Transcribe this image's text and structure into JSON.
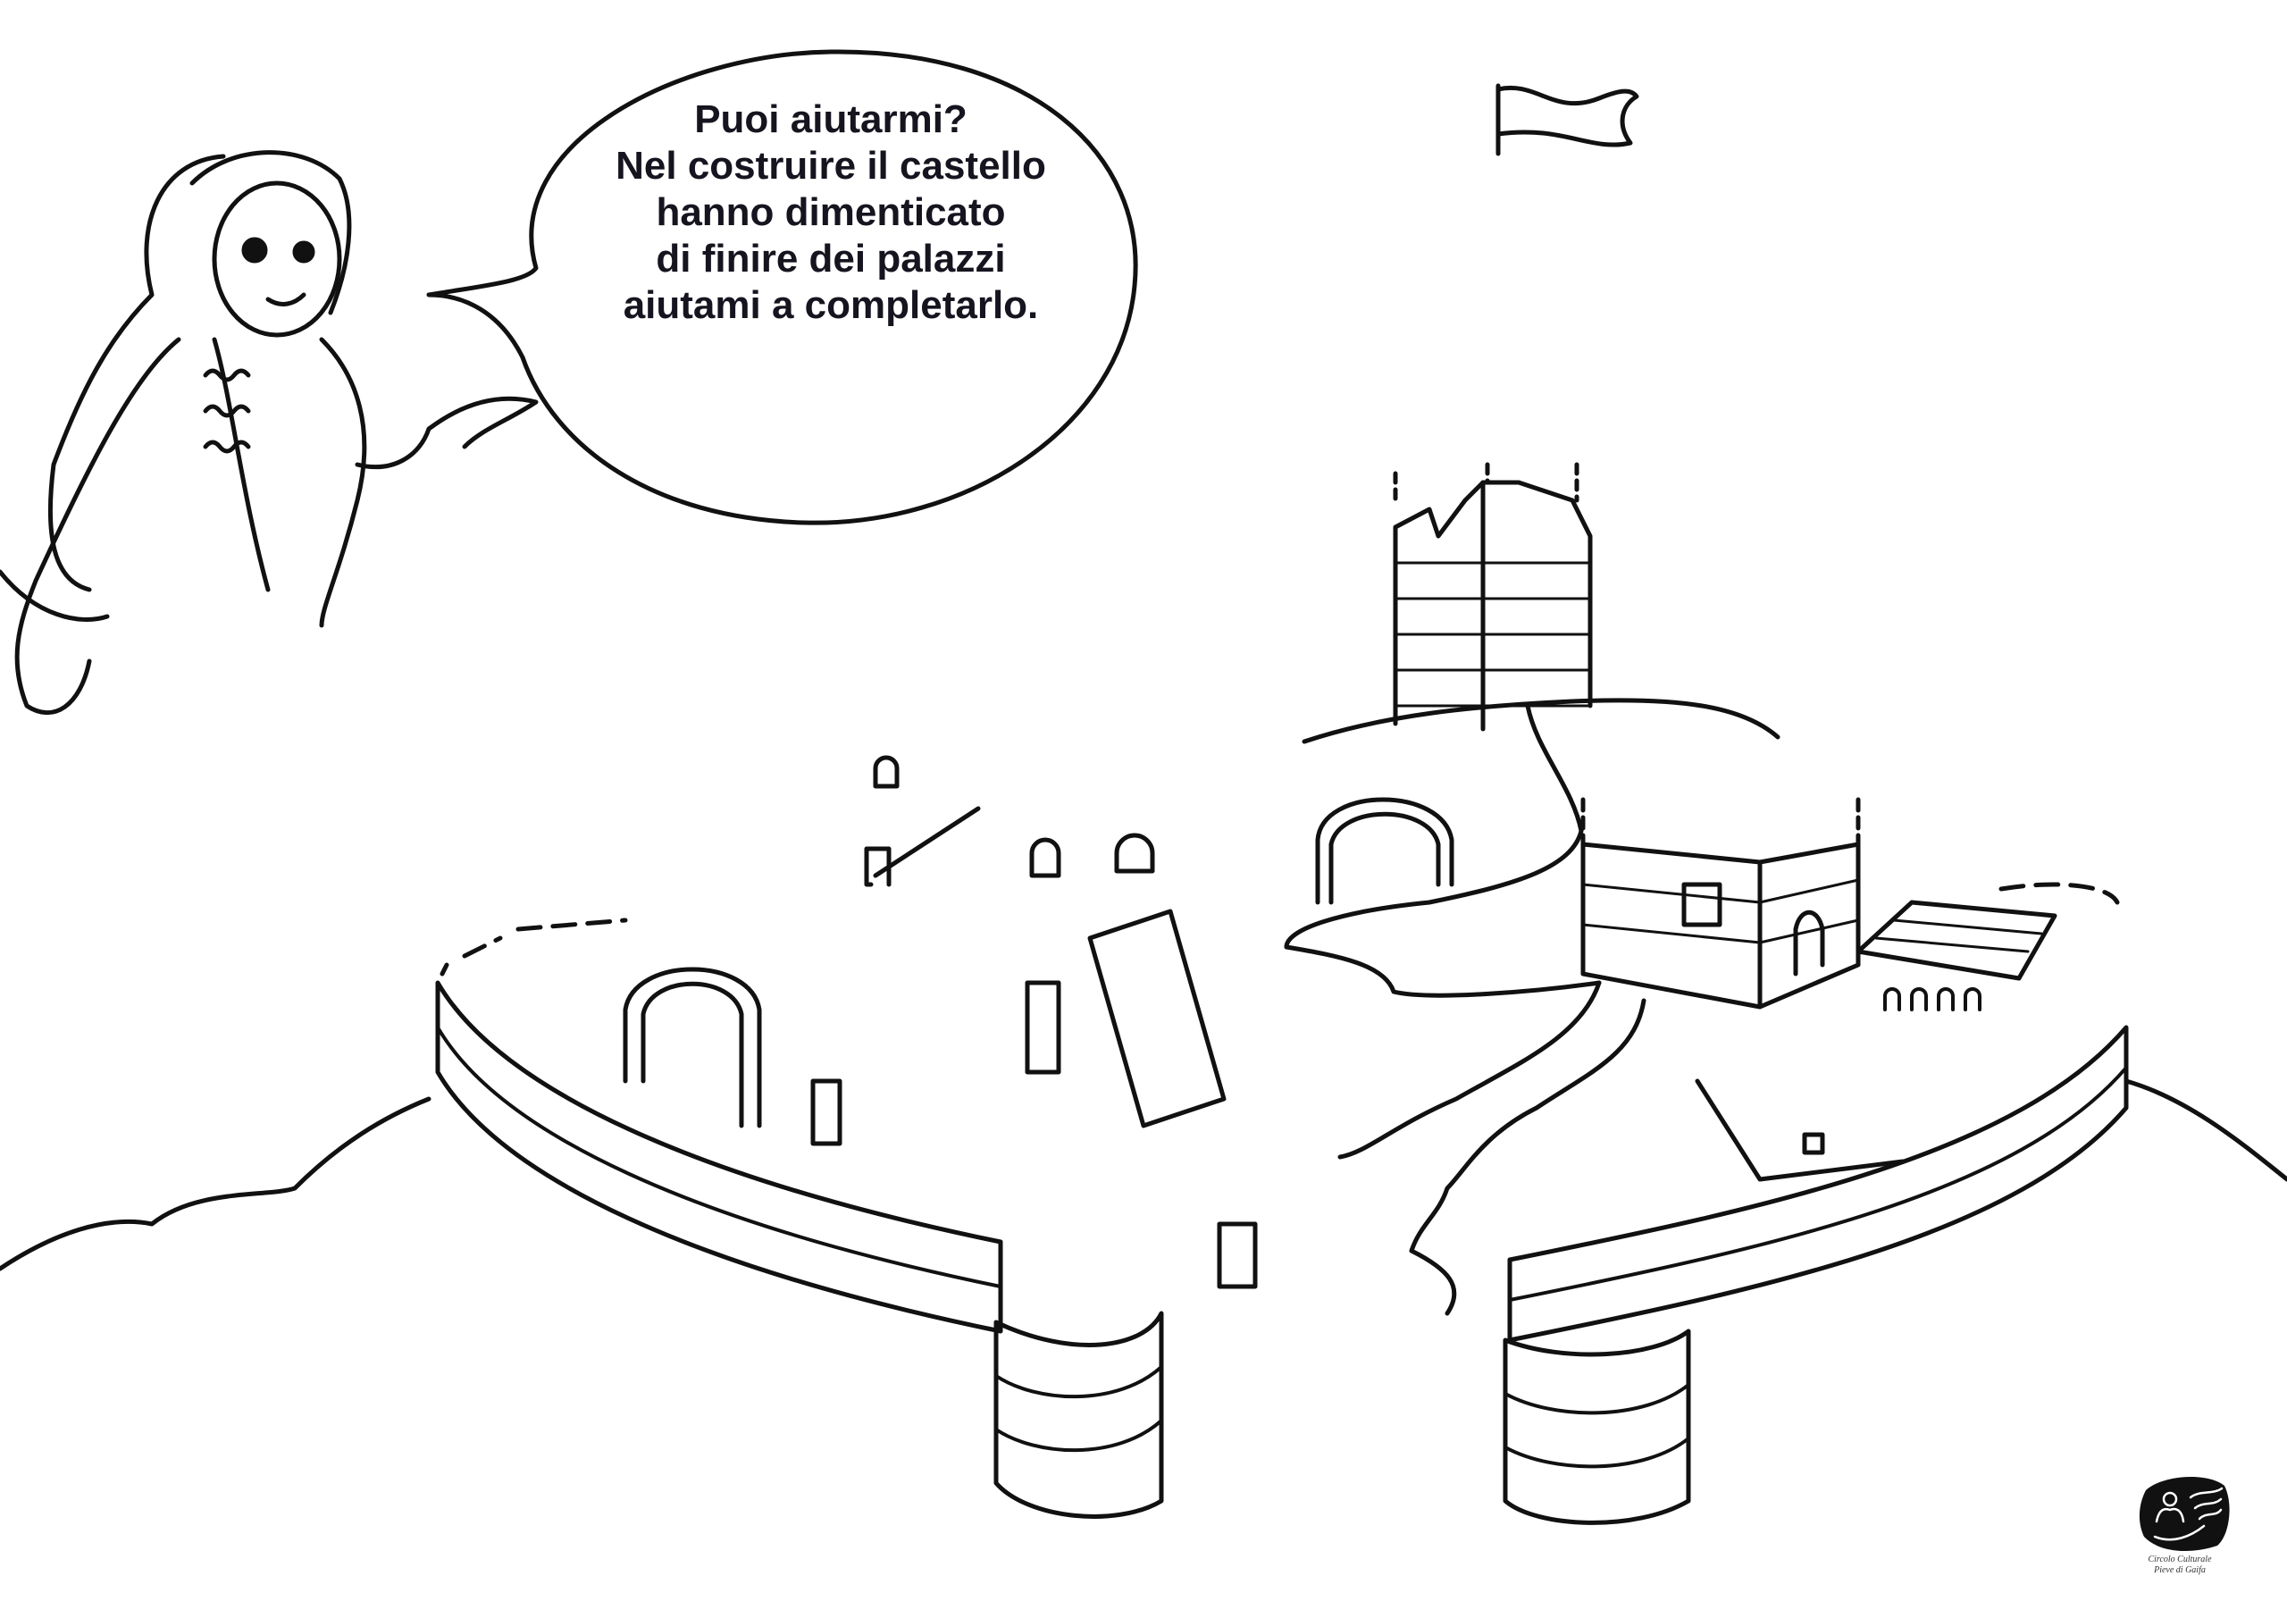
{
  "speech_bubble": {
    "lines": [
      "Puoi aiutarmi?",
      "Nel costruire il castello",
      "hanno dimenticato",
      "di finire dei palazzi",
      "aiutami a completarlo."
    ]
  },
  "logo": {
    "line1": "Circolo Culturale",
    "line2": "Pieve di Gaifa"
  },
  "colors": {
    "ink": "#111111",
    "paper": "#ffffff",
    "text": "#15141f"
  }
}
